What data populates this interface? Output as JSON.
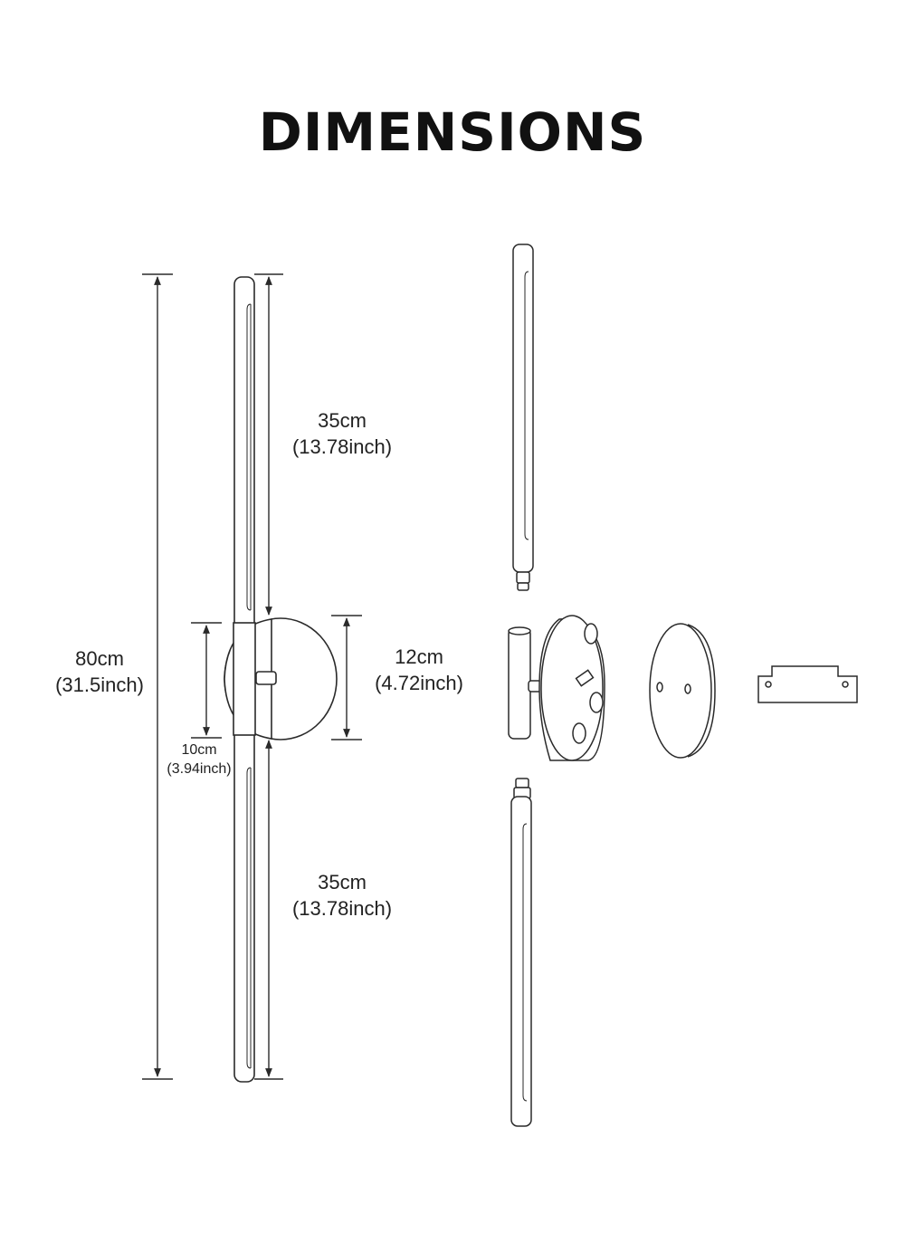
{
  "title": "DIMENSIONS",
  "dimensions": {
    "total_height": {
      "cm": "80cm",
      "inch": "(31.5inch)"
    },
    "upper_arm": {
      "cm": "35cm",
      "inch": "(13.78inch)"
    },
    "lower_arm": {
      "cm": "35cm",
      "inch": "(13.78inch)"
    },
    "canopy_diameter": {
      "cm": "12cm",
      "inch": "(4.72inch)"
    },
    "base_height": {
      "cm": "10cm",
      "inch": "(3.94inch)"
    }
  },
  "colors": {
    "line": "#2a2a2a",
    "background": "#ffffff"
  },
  "icons": [
    "upper-tube-icon",
    "lower-tube-icon",
    "connector-icon",
    "canopy-body-icon",
    "mounting-plate-icon",
    "bracket-icon"
  ]
}
